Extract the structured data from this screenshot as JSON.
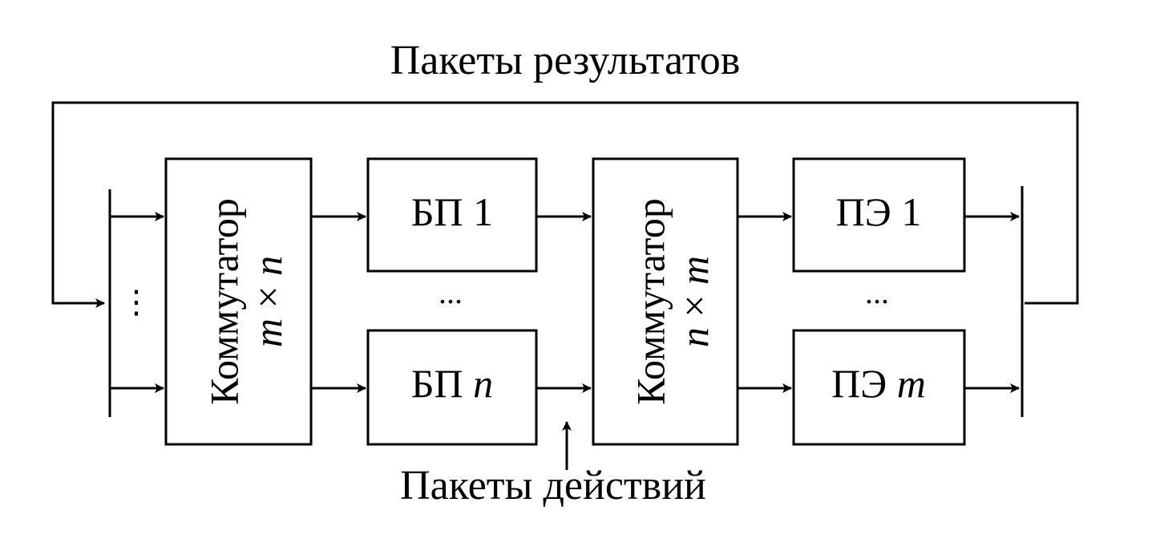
{
  "labels": {
    "results_packets": "Пакеты результатов",
    "action_packets": "Пакеты действий"
  },
  "switch1": {
    "name": "Коммутатор",
    "size_a": "m",
    "times": "×",
    "size_b": "n"
  },
  "switch2": {
    "name": "Коммутатор",
    "size_a": "n",
    "times": "×",
    "size_b": "m"
  },
  "bp_top": {
    "prefix": "БП",
    "index": "1"
  },
  "bp_bottom": {
    "prefix": "БП",
    "index": "n"
  },
  "pe_top": {
    "prefix": "ПЭ",
    "index": "1"
  },
  "pe_bottom": {
    "prefix": "ПЭ",
    "index": "m"
  },
  "ellipsis": {
    "vertical": "⋮",
    "horizontal": "..."
  },
  "colors": {
    "stroke": "#000000",
    "background": "#ffffff"
  }
}
